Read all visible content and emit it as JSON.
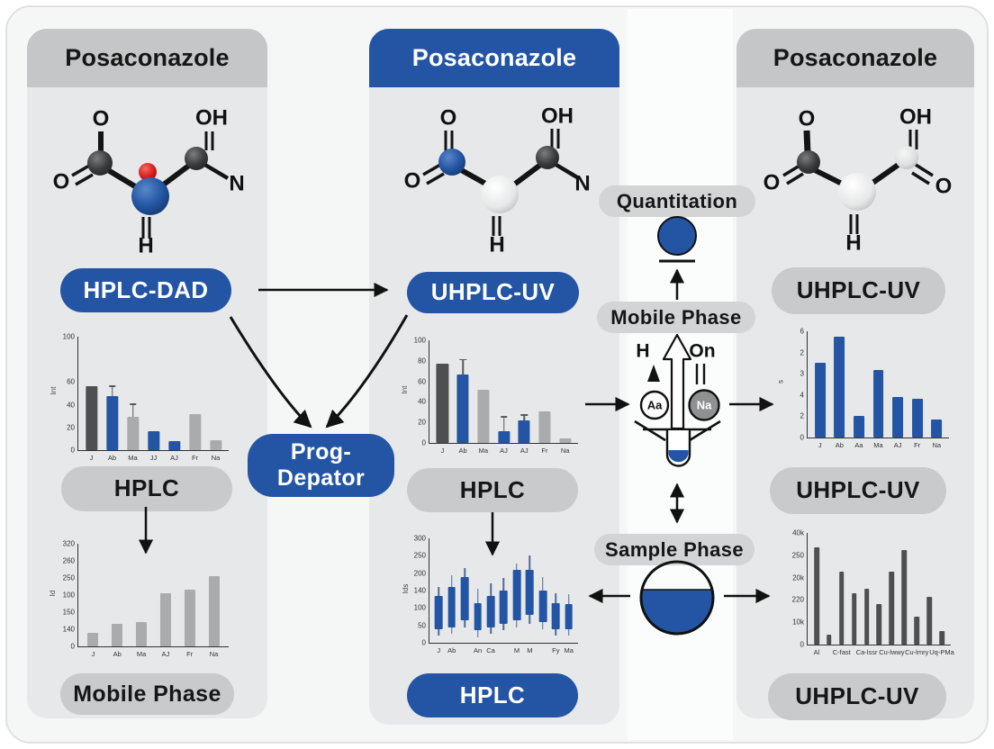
{
  "colors": {
    "blue": "#2355a4",
    "dark": "#4e4f51",
    "gray": "#a9abad",
    "panel_bg": "#e7e8e9",
    "header_gray": "#c5c6c7",
    "pill_gray": "#c9cacc",
    "pill_light_gray": "#d3d4d6"
  },
  "panels": {
    "left": {
      "title": "Posaconazole",
      "pill_top": "HPLC-DAD",
      "pill_middle": "HPLC",
      "pill_bottom": "Mobile Phase"
    },
    "middle": {
      "title": "Posaconazole",
      "pill_top": "UHPLC-UV",
      "pill_middle": "HPLC",
      "pill_bottom": "HPLC"
    },
    "right": {
      "title": "Posaconazole",
      "pill_top": "UHPLC-UV",
      "pill_middle": "UHPLC-UV",
      "pill_bottom": "UHPLC-UV"
    }
  },
  "connector_pill": {
    "line1": "Prog-",
    "line2": "Depator"
  },
  "center_column": {
    "quantitation": "Quantitation",
    "mobile_phase": "Mobile Phase",
    "sample_phase": "Sample Phase",
    "extraction_labels": {
      "h": "H",
      "on": "On",
      "aa": "Aa",
      "na": "Na"
    }
  },
  "molecules": {
    "left": {
      "o_top": "O",
      "o_left": "O",
      "oh": "OH",
      "n": "N",
      "h": "H"
    },
    "middle": {
      "o_top": "O",
      "o_left": "O",
      "oh": "OH",
      "n": "N",
      "h": "H"
    },
    "right": {
      "o_top": "O",
      "o_left": "O",
      "oh": "OH",
      "o_right": "O",
      "h": "H"
    }
  },
  "chart_data": [
    {
      "name": "left-hplc-chart",
      "type": "bar",
      "ylabel": "Int",
      "ymax": 100,
      "yticks": [
        {
          "label": "100",
          "pos": 1
        },
        {
          "label": "60",
          "pos": 0.6
        },
        {
          "label": "40",
          "pos": 0.4
        },
        {
          "label": "20",
          "pos": 0.2
        },
        {
          "label": "0",
          "pos": 0
        }
      ],
      "categories": [
        "J",
        "Ab",
        "Ma",
        "JJ",
        "AJ",
        "Fr",
        "Na"
      ],
      "bars": [
        {
          "label": "J",
          "value": 56,
          "color": "dark"
        },
        {
          "label": "Ab",
          "value": 48,
          "err": 9,
          "color": "blue"
        },
        {
          "label": "Ma",
          "value": 29,
          "err": 12,
          "color": "gray"
        },
        {
          "label": "JJ",
          "value": 17,
          "color": "blue"
        },
        {
          "label": "AJ",
          "value": 8,
          "color": "blue"
        },
        {
          "label": "Fr",
          "value": 32,
          "color": "gray"
        },
        {
          "label": "Na",
          "value": 9,
          "color": "gray"
        }
      ],
      "bar_w": "58%"
    },
    {
      "name": "left-mobile-phase-chart",
      "type": "bar",
      "ylabel": "Id",
      "ymax": 320,
      "yticks": [
        {
          "label": "320",
          "pos": 1
        },
        {
          "label": "260",
          "pos": 0.833
        },
        {
          "label": "250",
          "pos": 0.667
        },
        {
          "label": "100",
          "pos": 0.5
        },
        {
          "label": "150",
          "pos": 0.333
        },
        {
          "label": "140",
          "pos": 0.167
        },
        {
          "label": "0",
          "pos": 0
        }
      ],
      "categories": [
        "J",
        "Ab",
        "Ma",
        "AJ",
        "Fr",
        "Na"
      ],
      "bars": [
        {
          "label": "J",
          "value": 42,
          "color": "gray"
        },
        {
          "label": "Ab",
          "value": 70,
          "color": "gray"
        },
        {
          "label": "Ma",
          "value": 77,
          "color": "gray"
        },
        {
          "label": "AJ",
          "value": 166,
          "color": "gray"
        },
        {
          "label": "Fr",
          "value": 176,
          "color": "gray"
        },
        {
          "label": "Na",
          "value": 218,
          "color": "gray"
        }
      ],
      "bar_w": "45%"
    },
    {
      "name": "middle-hplc-chart",
      "type": "bar",
      "ylabel": "Int",
      "ymax": 100,
      "yticks": [
        {
          "label": "100",
          "pos": 1
        },
        {
          "label": "80",
          "pos": 0.8
        },
        {
          "label": "60",
          "pos": 0.6
        },
        {
          "label": "40",
          "pos": 0.4
        },
        {
          "label": "20",
          "pos": 0.2
        },
        {
          "label": "0",
          "pos": 0
        }
      ],
      "categories": [
        "J",
        "Ab",
        "Ma",
        "AJ",
        "AJ",
        "Fr",
        "Na"
      ],
      "bars": [
        {
          "label": "J",
          "value": 77,
          "color": "dark"
        },
        {
          "label": "Ab",
          "value": 67,
          "err": 15,
          "color": "blue"
        },
        {
          "label": "Ma",
          "value": 52,
          "color": "gray"
        },
        {
          "label": "AJ",
          "value": 11,
          "err": 15,
          "color": "blue"
        },
        {
          "label": "AJ",
          "value": 22,
          "err": 6,
          "color": "blue"
        },
        {
          "label": "Fr",
          "value": 31,
          "color": "gray"
        },
        {
          "label": "Na",
          "value": 4,
          "color": "gray"
        }
      ],
      "bar_w": "58%"
    },
    {
      "name": "middle-hplc-range-chart",
      "type": "range-bar",
      "ylabel": "Ids",
      "ymax": 300,
      "yticks": [
        {
          "label": "300",
          "pos": 1
        },
        {
          "label": "250",
          "pos": 0.833
        },
        {
          "label": "200",
          "pos": 0.667
        },
        {
          "label": "140",
          "pos": 0.5
        },
        {
          "label": "100",
          "pos": 0.333
        },
        {
          "label": "50",
          "pos": 0.167
        },
        {
          "label": "0",
          "pos": 0
        }
      ],
      "categories": [
        "J",
        "Ab",
        "An",
        "Ca",
        "M",
        "M",
        "Fy",
        "Ma"
      ],
      "bars": [
        {
          "label": "J",
          "low": 40,
          "high": 135,
          "wlow": 20,
          "whigh": 160,
          "color": "blue"
        },
        {
          "label": "Ab",
          "low": 45,
          "high": 160,
          "wlow": 25,
          "whigh": 195,
          "color": "blue"
        },
        {
          "label": "",
          "low": 65,
          "high": 190,
          "wlow": 45,
          "whigh": 215,
          "color": "blue"
        },
        {
          "label": "An",
          "low": 35,
          "high": 115,
          "wlow": 15,
          "whigh": 155,
          "color": "blue"
        },
        {
          "label": "Ca",
          "low": 45,
          "high": 135,
          "wlow": 25,
          "whigh": 170,
          "color": "blue"
        },
        {
          "label": "",
          "low": 55,
          "high": 150,
          "wlow": 35,
          "whigh": 185,
          "color": "blue"
        },
        {
          "label": "M",
          "low": 65,
          "high": 210,
          "wlow": 45,
          "whigh": 228,
          "color": "blue"
        },
        {
          "label": "M",
          "low": 80,
          "high": 210,
          "wlow": 55,
          "whigh": 250,
          "color": "blue"
        },
        {
          "label": "",
          "low": 60,
          "high": 150,
          "wlow": 40,
          "whigh": 190,
          "color": "blue"
        },
        {
          "label": "Fy",
          "low": 40,
          "high": 115,
          "wlow": 20,
          "whigh": 142,
          "color": "blue"
        },
        {
          "label": "Ma",
          "low": 40,
          "high": 110,
          "wlow": 20,
          "whigh": 140,
          "color": "blue"
        }
      ],
      "bar_w": "60%"
    },
    {
      "name": "right-uhplc-chart",
      "type": "bar",
      "ylabel": "s",
      "ymax": 6,
      "yticks": [
        {
          "label": "6",
          "pos": 1
        },
        {
          "label": "2",
          "pos": 0.8
        },
        {
          "label": "3",
          "pos": 0.6
        },
        {
          "label": "4",
          "pos": 0.4
        },
        {
          "label": "2",
          "pos": 0.2
        },
        {
          "label": "0",
          "pos": 0
        }
      ],
      "categories": [
        "J",
        "Ab",
        "Aa",
        "Ma",
        "AJ",
        "Fr",
        "Na"
      ],
      "bars": [
        {
          "label": "J",
          "value": 4.2,
          "color": "blue"
        },
        {
          "label": "Ab",
          "value": 5.7,
          "color": "blue"
        },
        {
          "label": "Aa",
          "value": 1.2,
          "color": "blue"
        },
        {
          "label": "Ma",
          "value": 3.8,
          "color": "blue"
        },
        {
          "label": "AJ",
          "value": 2.3,
          "color": "blue"
        },
        {
          "label": "Fr",
          "value": 2.2,
          "color": "blue"
        },
        {
          "label": "Na",
          "value": 1.0,
          "color": "blue"
        }
      ],
      "bar_w": "55%"
    },
    {
      "name": "right-uhplc-bottom-chart",
      "type": "bar",
      "ylabel": "",
      "ymax": 40,
      "yticks": [
        {
          "label": "40k",
          "pos": 1
        },
        {
          "label": "250",
          "pos": 0.8
        },
        {
          "label": "20k",
          "pos": 0.6
        },
        {
          "label": "220",
          "pos": 0.4
        },
        {
          "label": "10k",
          "pos": 0.2
        },
        {
          "label": "0",
          "pos": 0
        }
      ],
      "categories": [
        "Al",
        "C-fast",
        "Ca-lssr",
        "Cu-lwwy",
        "Cu-lmry",
        "Uq-PMa"
      ],
      "bars": [
        {
          "label": "Al",
          "value": 35,
          "color": "dark"
        },
        {
          "label": "",
          "value": 3.5,
          "color": "dark"
        },
        {
          "label": "C-fast",
          "value": 26,
          "color": "dark"
        },
        {
          "label": "",
          "value": 18.5,
          "color": "dark"
        },
        {
          "label": "Ca-lssr",
          "value": 20,
          "color": "dark"
        },
        {
          "label": "",
          "value": 14.5,
          "color": "dark"
        },
        {
          "label": "Cu-lwwy",
          "value": 26,
          "color": "dark"
        },
        {
          "label": "",
          "value": 34,
          "color": "dark"
        },
        {
          "label": "Cu-lmry",
          "value": 10,
          "color": "dark"
        },
        {
          "label": "",
          "value": 17,
          "color": "dark"
        },
        {
          "label": "Uq-PMa",
          "value": 5,
          "color": "dark"
        }
      ],
      "bar_w": "40%"
    }
  ]
}
